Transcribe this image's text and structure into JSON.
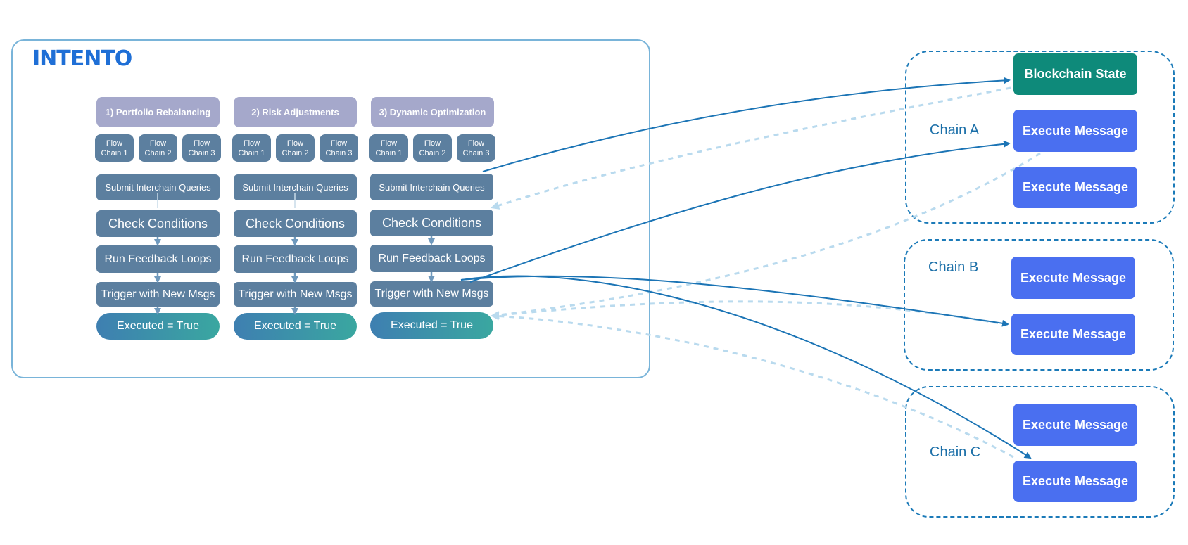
{
  "logo": "INTENTO",
  "columns": [
    {
      "header": "1) Portfolio Rebalancing",
      "flows": [
        [
          "Flow",
          "Chain 1"
        ],
        [
          "Flow",
          "Chain 2"
        ],
        [
          "Flow",
          "Chain 3"
        ]
      ],
      "steps": [
        "Submit Interchain Queries",
        "Check Conditions",
        "Run Feedback Loops",
        "Trigger with New Msgs"
      ],
      "result": "Executed = True"
    },
    {
      "header": "2) Risk Adjustments",
      "flows": [
        [
          "Flow",
          "Chain 1"
        ],
        [
          "Flow",
          "Chain 2"
        ],
        [
          "Flow",
          "Chain 3"
        ]
      ],
      "steps": [
        "Submit Interchain Queries",
        "Check Conditions",
        "Run Feedback Loops",
        "Trigger with New Msgs"
      ],
      "result": "Executed = True"
    },
    {
      "header": "3) Dynamic Optimization",
      "flows": [
        [
          "Flow",
          "Chain 1"
        ],
        [
          "Flow",
          "Chain 2"
        ],
        [
          "Flow",
          "Chain 3"
        ]
      ],
      "steps": [
        "Submit Interchain Queries",
        "Check Conditions",
        "Run Feedback Loops",
        "Trigger with New Msgs"
      ],
      "result": "Executed = True"
    }
  ],
  "chains": [
    {
      "label": "Chain A",
      "boxes": [
        "Blockchain State",
        "Execute Message",
        "Execute Message"
      ]
    },
    {
      "label": "Chain B",
      "boxes": [
        "Execute Message",
        "Execute Message"
      ]
    },
    {
      "label": "Chain C",
      "boxes": [
        "Execute Message",
        "Execute Message"
      ]
    }
  ],
  "colors": {
    "header": "#a5a8cb",
    "step": "#5c7f9f",
    "result_gradient": [
      "#3e7fb1",
      "#3aa7a0"
    ],
    "execute_box": "#4a6ff0",
    "state_box": "#0e8a7a",
    "arrow_solid": "#1b74b5",
    "arrow_dashed": "#b9daee"
  }
}
